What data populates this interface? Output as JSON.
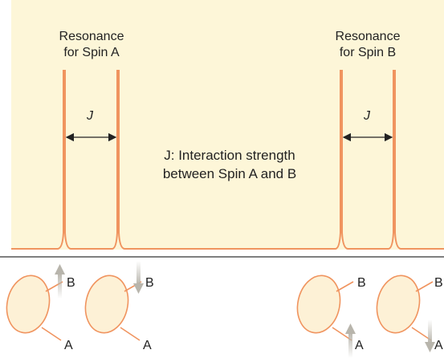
{
  "colors": {
    "spectrum_bg": "#fdf6d8",
    "peak_line": "#f0945f",
    "molecule_fill": "#fdf1d6",
    "molecule_stroke": "#f0945f",
    "arrow_gray": "#b8b5ac",
    "divider": "#555555",
    "text": "#222222"
  },
  "spectrum": {
    "peak_a_label_line1": "Resonance",
    "peak_a_label_line2": "for Spin A",
    "peak_b_label_line1": "Resonance",
    "peak_b_label_line2": "for Spin B",
    "j_symbol_left": "J",
    "j_symbol_right": "J",
    "j_description_line1": "J: Interaction strength",
    "j_description_line2": "between Spin A and B"
  },
  "molecules": [
    {
      "label_top": "B",
      "label_bottom": "A",
      "spin_arrow_direction": "up",
      "arrow_at": "B"
    },
    {
      "label_top": "B",
      "label_bottom": "A",
      "spin_arrow_direction": "down",
      "arrow_at": "B"
    },
    {
      "label_top": "B",
      "label_bottom": "A",
      "spin_arrow_direction": "up",
      "arrow_at": "A"
    },
    {
      "label_top": "B",
      "label_bottom": "A",
      "spin_arrow_direction": "down",
      "arrow_at": "A"
    }
  ]
}
